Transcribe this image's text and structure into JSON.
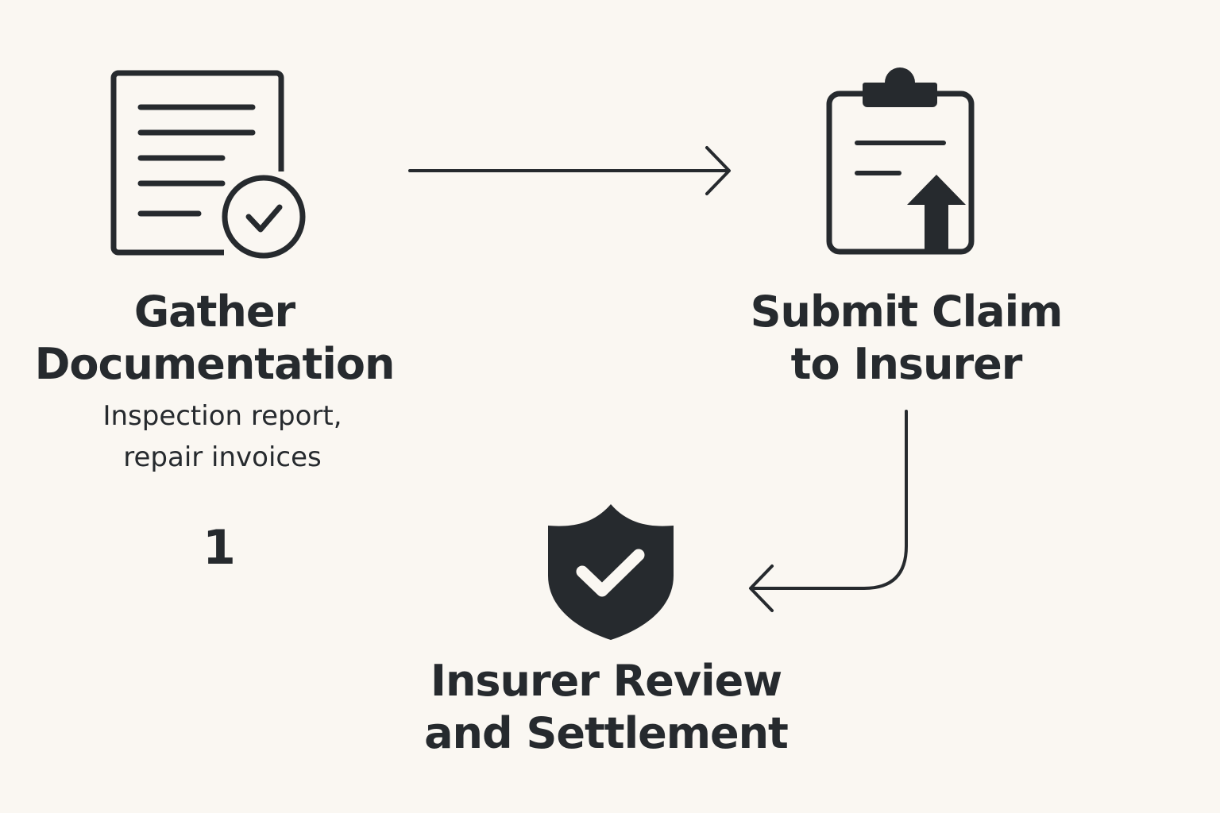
{
  "steps": [
    {
      "title_line1": "Gather",
      "title_line2": "Documentation",
      "desc_line1": "Inspection report,",
      "desc_line2": "repair invoices",
      "number": "1",
      "icon": "document-check-icon"
    },
    {
      "title_line1": "Submit Claim",
      "title_line2": "to Insurer",
      "icon": "clipboard-upload-icon"
    },
    {
      "title_line1": "Insurer Review",
      "title_line2": "and Settlement",
      "icon": "shield-check-icon"
    }
  ],
  "colors": {
    "background": "#FAF7F2",
    "ink": "#262A2E"
  }
}
